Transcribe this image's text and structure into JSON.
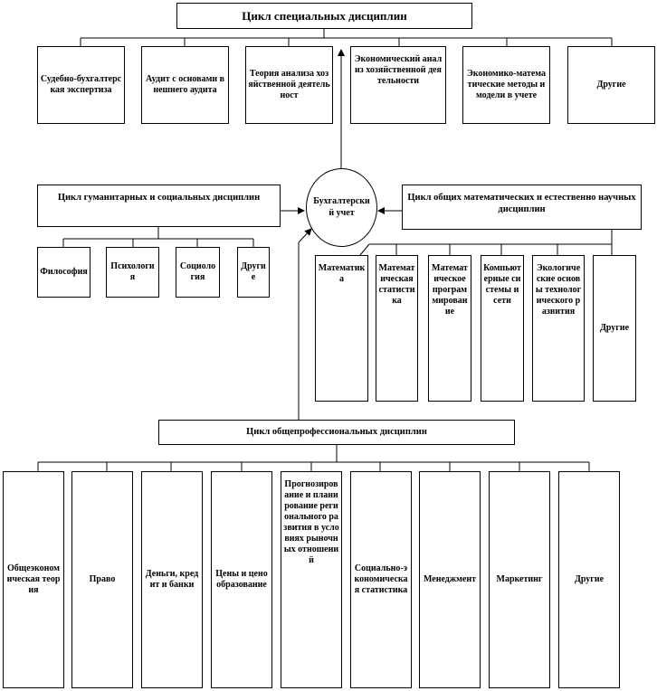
{
  "top_cycle": {
    "title": "Цикл специальных дисциплин",
    "items": [
      "Судебно-бухгалтерская экспертиза",
      "Аудит с основами внешнего аудита",
      "Теория анализа хозяйственной деятельност",
      "Экономический анализ хозяйственной деятельности",
      "Экономико-математические методы и модели в учете",
      "Другие"
    ]
  },
  "center": {
    "label": "Бухгалтерский учет"
  },
  "humanitarian_cycle": {
    "title": "Цикл гуманитарных и социальных дисциплин",
    "items": [
      "Философия",
      "Психология",
      "Социология",
      "Другие"
    ]
  },
  "math_cycle": {
    "title": "Цикл общих математических и естественно научных дисциплин",
    "items": [
      "Математика",
      "Математическая статистика",
      "Математическое программирование",
      "Компьютерные системы и сети",
      "Экологические основы технологического развития",
      "Другие"
    ]
  },
  "professional_cycle": {
    "title": "Цикл общепрофессиональных дисциплин",
    "items": [
      "Общеэкономическая теория",
      "Право",
      "Деньги, кредит и банки",
      "Цены и ценообразование",
      "Прогнозирование и планирование регионального развития в условиях рыночных отношений",
      "Социально-экономическая статистика",
      "Менеджмент",
      "Маркетинг",
      "Другие"
    ]
  }
}
